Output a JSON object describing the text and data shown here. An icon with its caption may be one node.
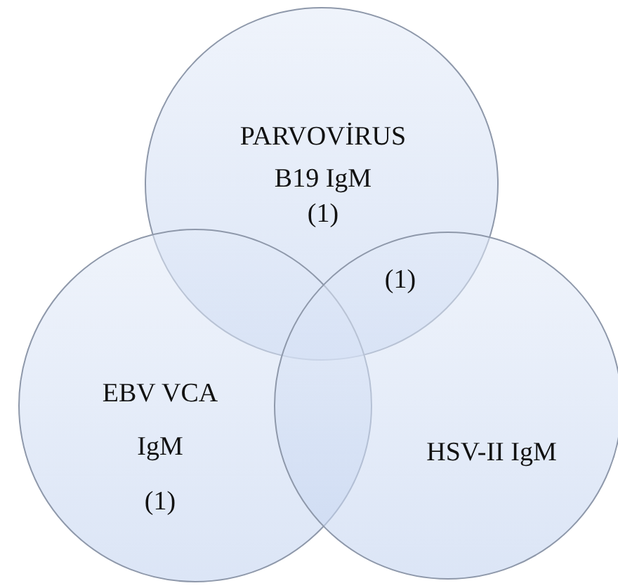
{
  "diagram": {
    "nodes": [
      {
        "text": [
          "PARVOVİRUS B19 IgM",
          "(1)"
        ]
      },
      {
        "text": [
          "EBV VCA IgM",
          "(1)"
        ]
      },
      {
        "text": [
          "HSV-II IgM"
        ]
      }
    ],
    "labels": [
      "(1)"
    ]
  }
}
